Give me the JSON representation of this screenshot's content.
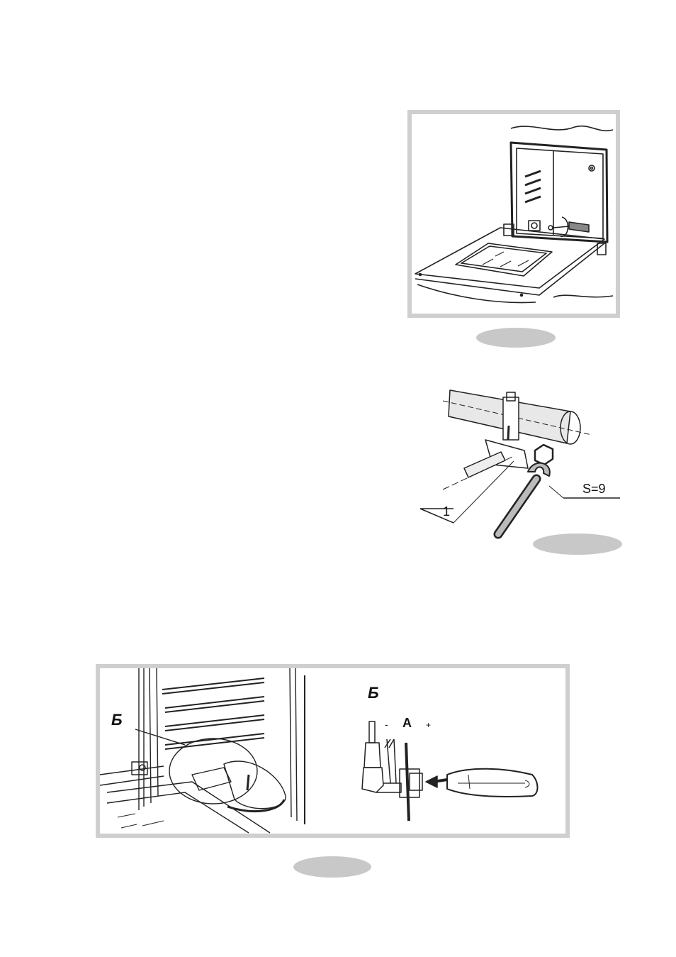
{
  "figure2": {
    "label_s": "S=9",
    "label_num": "1"
  },
  "figure3": {
    "callout_left": "Б",
    "callout_right": "Б",
    "dimension": "A",
    "minus": "-",
    "plus": "+"
  }
}
